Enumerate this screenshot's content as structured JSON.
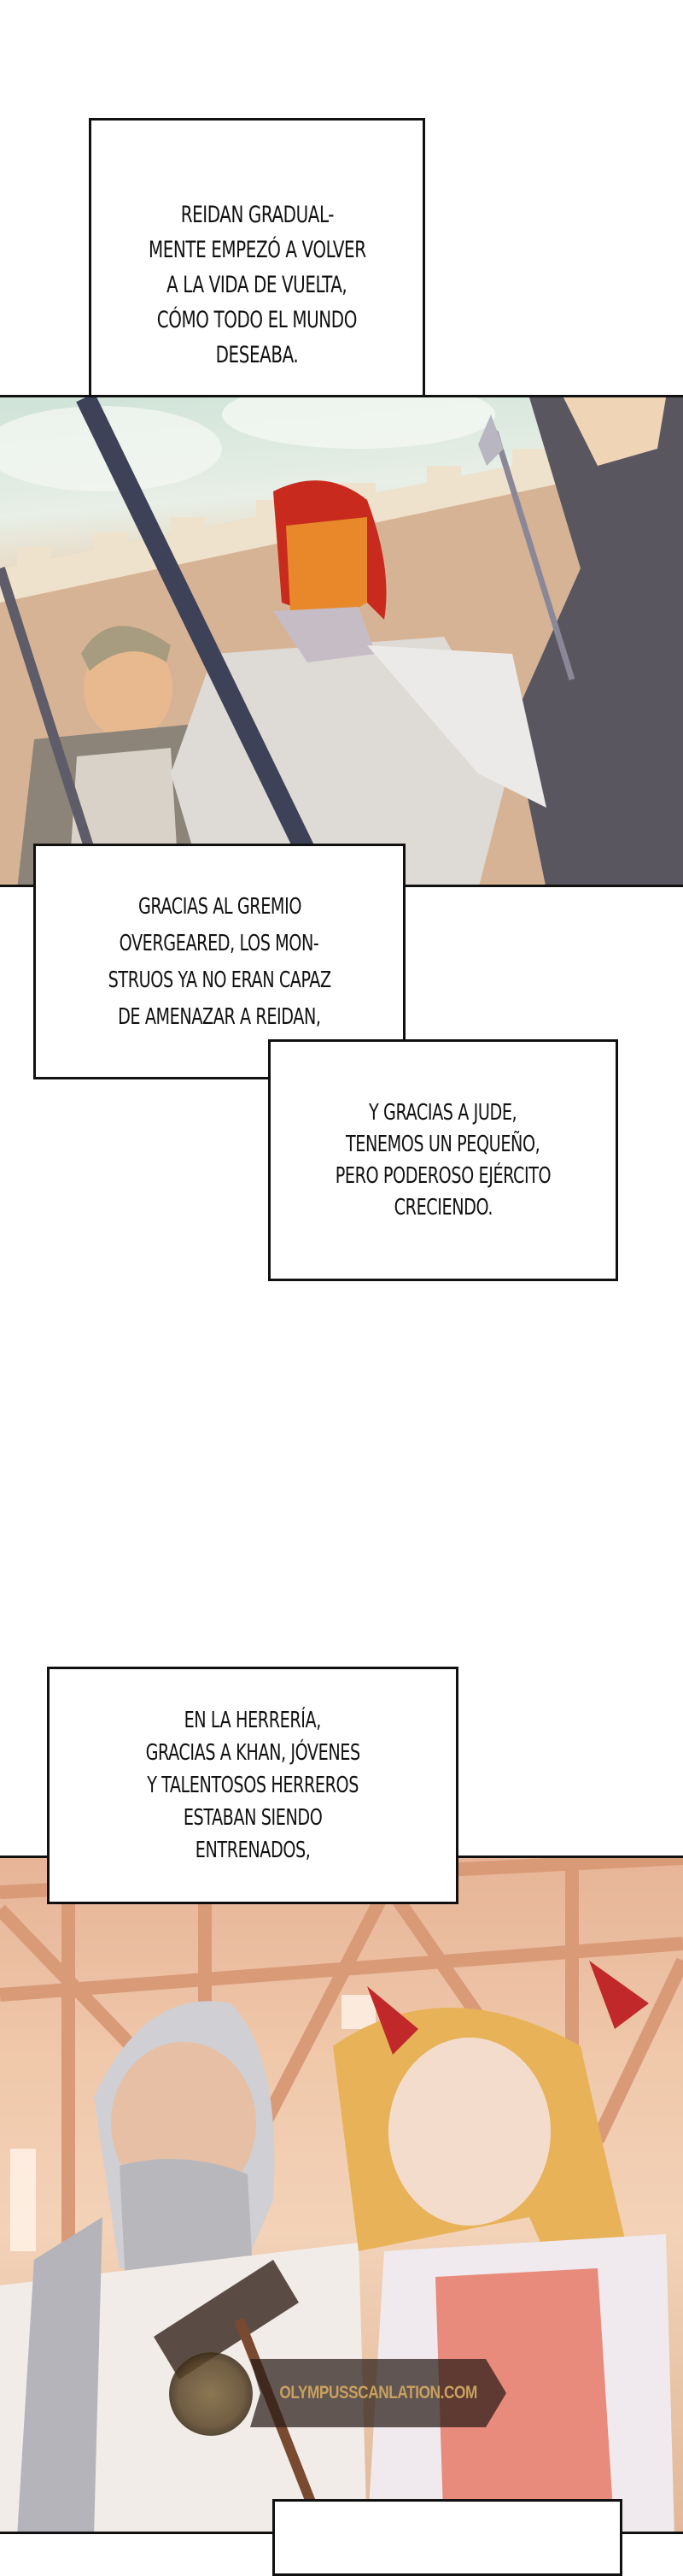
{
  "page": {
    "type": "webtoon-strip",
    "background": "#ffffff"
  },
  "captions": [
    {
      "id": "cap1",
      "lines": [
        "Reidan gradual-",
        "mente empezó a volver",
        "a la vida de vuelta,",
        "cómo todo el mundo",
        "deseaba."
      ]
    },
    {
      "id": "cap2",
      "lines": [
        "Gracias al gremio",
        "Overgeared, los mon-",
        "struos ya no eran capaz",
        "de amenazar a Reidan,"
      ]
    },
    {
      "id": "cap3",
      "lines": [
        "Y gracias a Jude,",
        "tenemos un pequeño,",
        "pero poderoso ejército",
        "creciendo."
      ]
    },
    {
      "id": "cap4",
      "lines": [
        "En la herrería,",
        "gracias a Khan, jóvenes",
        "y talentosos herreros",
        "estaban siendo",
        "entrenados,"
      ]
    },
    {
      "id": "cap5",
      "lines": []
    }
  ],
  "panels": [
    {
      "id": "panel1",
      "description": "Red-haired armored knight with soldiers holding spears in front of a castle wall",
      "colors": {
        "sky": "#cfe3d8",
        "wall": "#d8b89c",
        "hair": "#c8281e",
        "armor": "#dcd8d4",
        "spear": "#4a4a66"
      }
    },
    {
      "id": "panel2",
      "description": "Old bearded blacksmith and blonde girl with red ribbons holding a hammer in a wooden workshop",
      "colors": {
        "beams": "#e7b497",
        "beard": "#c8c8cc",
        "hair": "#e8b860",
        "ribbon": "#c0282a",
        "apron": "#e88a7c"
      }
    }
  ],
  "watermark": {
    "text": "OLYMPUSSCANLATION.COM",
    "icon": "greek-temple-emblem-icon",
    "text_color": "#c9a15f"
  }
}
